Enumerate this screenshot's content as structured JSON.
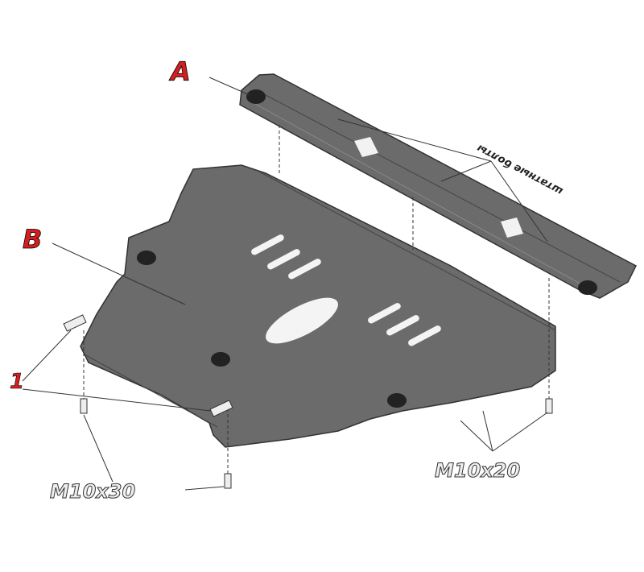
{
  "labels": {
    "part_a": "A",
    "part_b": "B",
    "fastener_1": "1",
    "bolt_m10x30": "M10x30",
    "bolt_m10x20": "M10x20",
    "stock_bolts": "штатные болты"
  },
  "colors": {
    "plate": "#6b6b6b",
    "plate_edge": "#3a3a3a",
    "label_red": "#d21f1f",
    "line": "#333333"
  }
}
